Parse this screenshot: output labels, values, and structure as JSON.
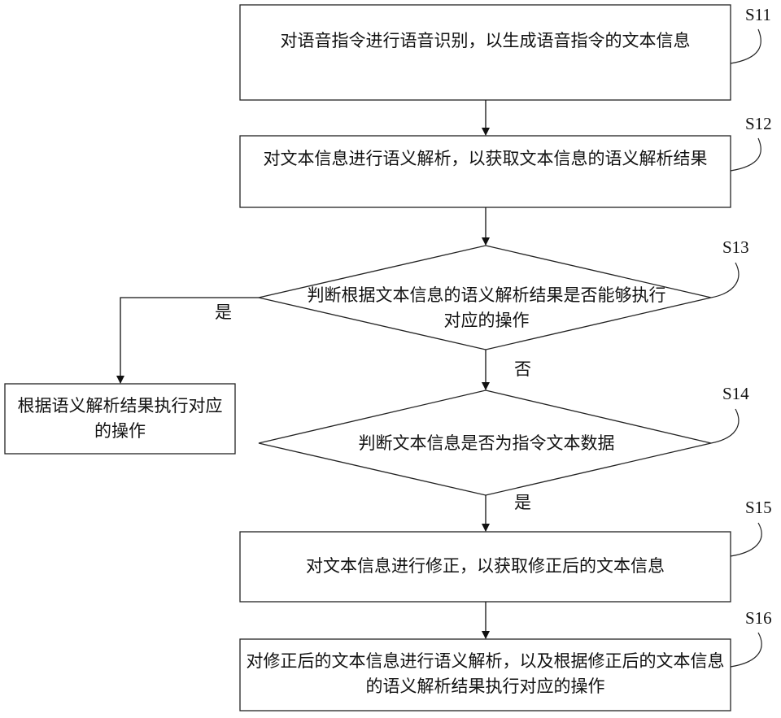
{
  "steps": {
    "s11": {
      "id": "S11",
      "text": "对语音指令进行语音识别，以生成语音指令的文本信息"
    },
    "s12": {
      "id": "S12",
      "text": "对文本信息进行语义解析，以获取文本信息的语义解析结果"
    },
    "s13": {
      "id": "S13",
      "text": "判断根据文本信息的语义解析结果是否能够执行对应的操作"
    },
    "s14": {
      "id": "S14",
      "text": "判断文本信息是否为指令文本数据"
    },
    "s15": {
      "id": "S15",
      "text": "对文本信息进行修正，以获取修正后的文本信息"
    },
    "s16": {
      "id": "S16",
      "text": "对修正后的文本信息进行语义解析，以及根据修正后的文本信息的语义解析结果执行对应的操作"
    },
    "side": {
      "text": "根据语义解析结果执行对应的操作"
    }
  },
  "edges": {
    "s13_yes": "是",
    "s13_no": "否",
    "s14_yes": "是"
  }
}
